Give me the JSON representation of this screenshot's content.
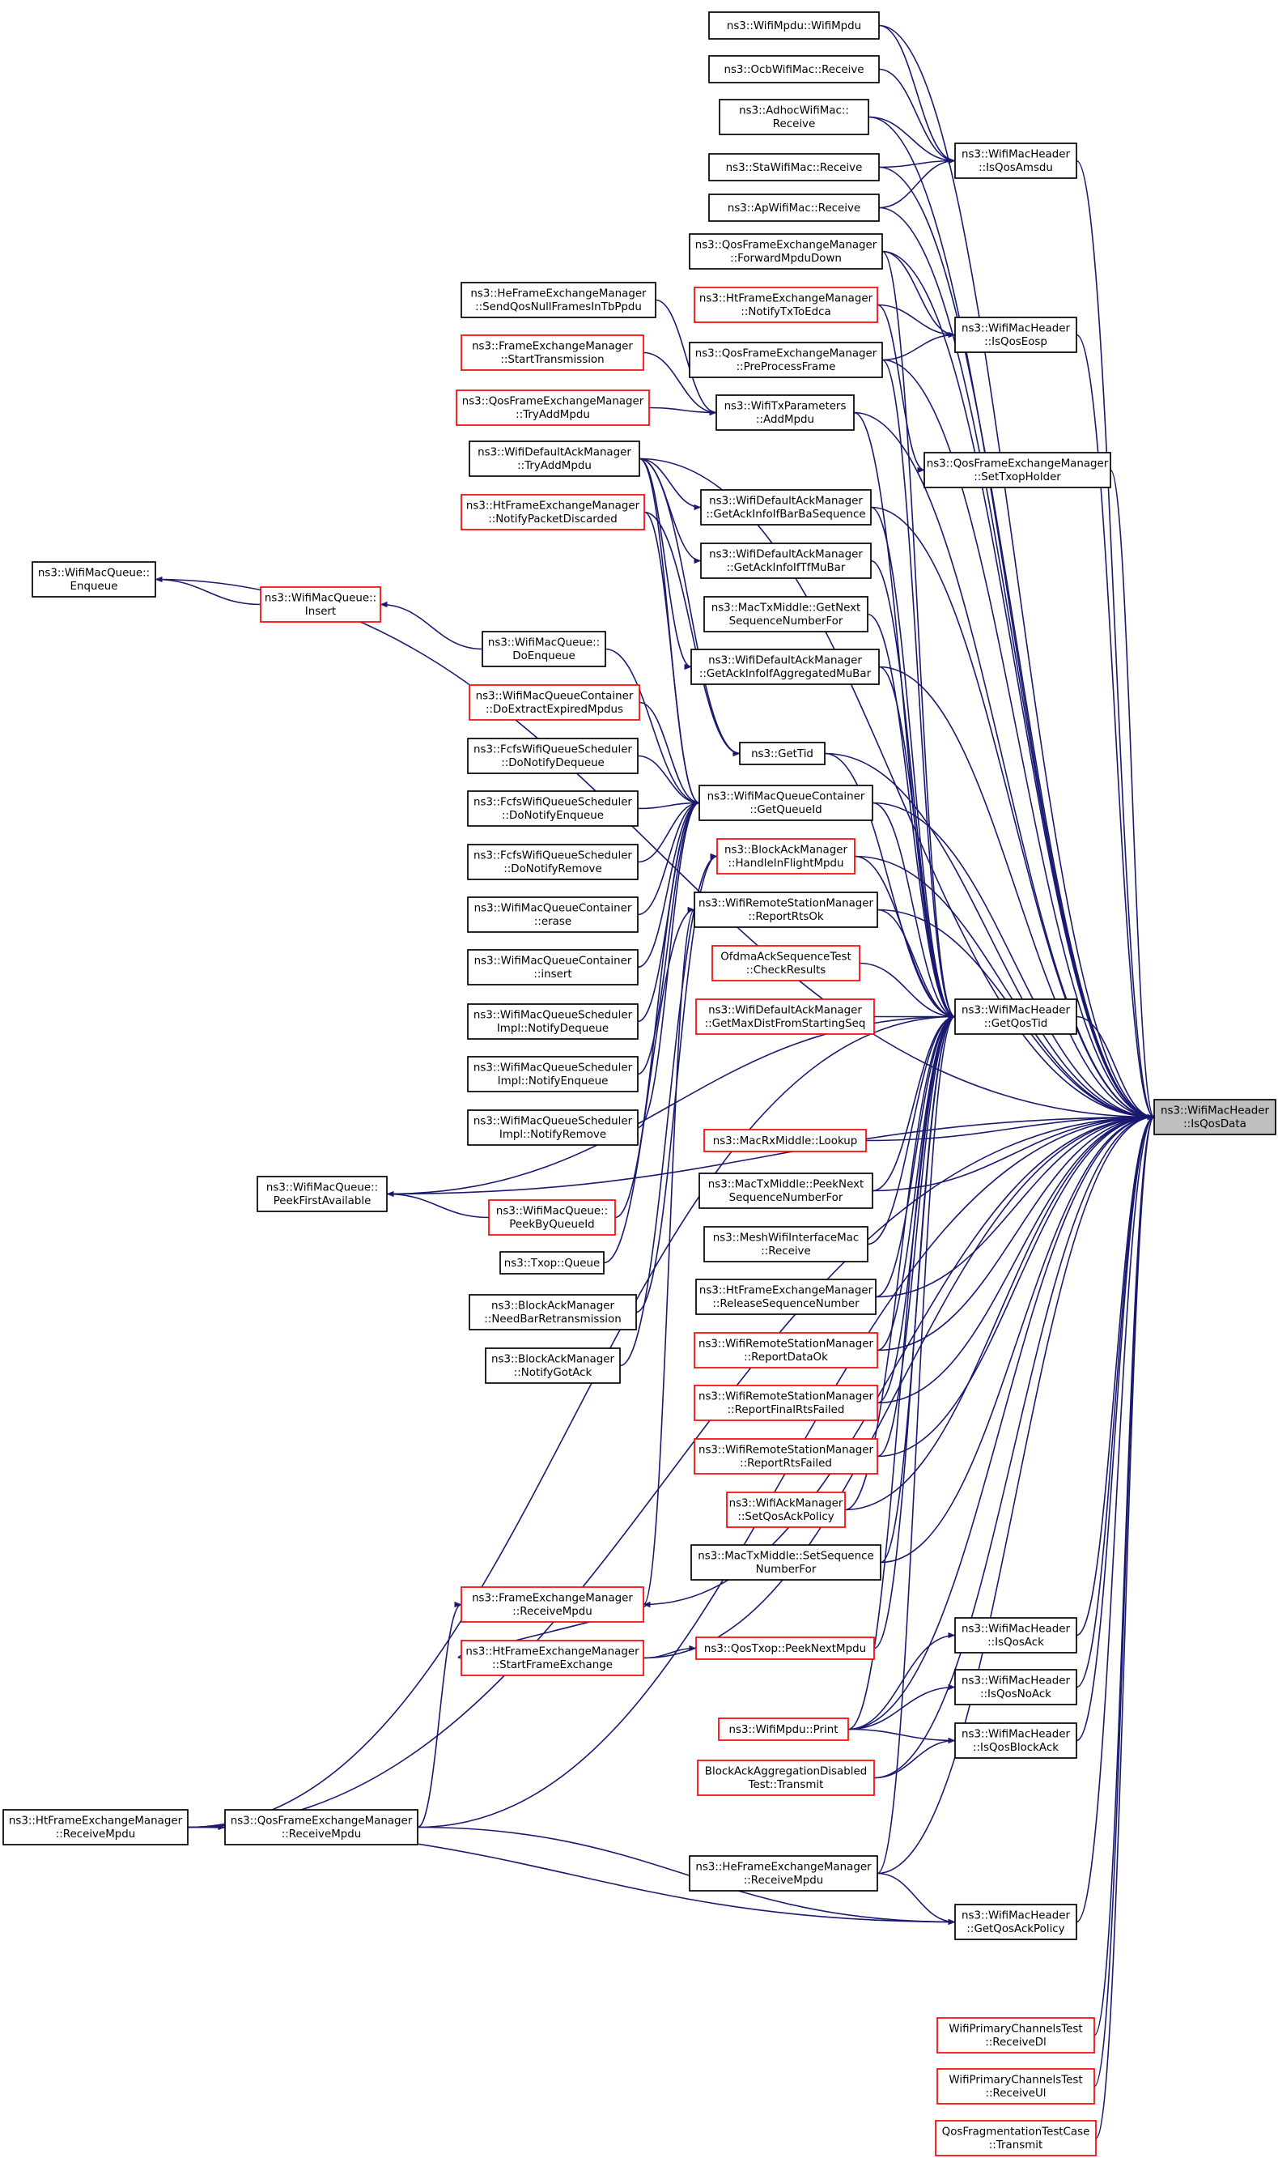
{
  "colors": {
    "edge": "#191970",
    "box_normal": "#000000",
    "box_incomplete": "#ff0000",
    "box_focus_fill": "#bfbfbf",
    "background": "#ffffff"
  },
  "nodes": [
    {
      "id": "WifiMpdu_ctor",
      "lines": [
        "ns3::WifiMpdu::WifiMpdu"
      ],
      "style": "black"
    },
    {
      "id": "OcbReceive",
      "lines": [
        "ns3::OcbWifiMac::Receive"
      ],
      "style": "black"
    },
    {
      "id": "AdhocReceive",
      "lines": [
        "ns3::AdhocWifiMac::",
        "Receive"
      ],
      "style": "black"
    },
    {
      "id": "StaReceive",
      "lines": [
        "ns3::StaWifiMac::Receive"
      ],
      "style": "black"
    },
    {
      "id": "ApReceive",
      "lines": [
        "ns3::ApWifiMac::Receive"
      ],
      "style": "black"
    },
    {
      "id": "IsQosAmsdu",
      "lines": [
        "ns3::WifiMacHeader",
        "::IsQosAmsdu"
      ],
      "style": "black"
    },
    {
      "id": "QfemForward",
      "lines": [
        "ns3::QosFrameExchangeManager",
        "::ForwardMpduDown"
      ],
      "style": "black"
    },
    {
      "id": "HfemSendQosNull",
      "lines": [
        "ns3::HeFrameExchangeManager",
        "::SendQosNullFramesInTbPpdu"
      ],
      "style": "black"
    },
    {
      "id": "HtNotifyTx",
      "lines": [
        "ns3::HtFrameExchangeManager",
        "::NotifyTxToEdca"
      ],
      "style": "red"
    },
    {
      "id": "IsQosEosp",
      "lines": [
        "ns3::WifiMacHeader",
        "::IsQosEosp"
      ],
      "style": "black"
    },
    {
      "id": "FemStartTx",
      "lines": [
        "ns3::FrameExchangeManager",
        "::StartTransmission"
      ],
      "style": "red"
    },
    {
      "id": "QfemPreProcess",
      "lines": [
        "ns3::QosFrameExchangeManager",
        "::PreProcessFrame"
      ],
      "style": "black"
    },
    {
      "id": "QfemTryAdd",
      "lines": [
        "ns3::QosFrameExchangeManager",
        "::TryAddMpdu"
      ],
      "style": "red"
    },
    {
      "id": "TxParamsAdd",
      "lines": [
        "ns3::WifiTxParameters",
        "::AddMpdu"
      ],
      "style": "black"
    },
    {
      "id": "QfemSetTxop",
      "lines": [
        "ns3::QosFrameExchangeManager",
        "::SetTxopHolder"
      ],
      "style": "black"
    },
    {
      "id": "WdamTryAdd",
      "lines": [
        "ns3::WifiDefaultAckManager",
        "::TryAddMpdu"
      ],
      "style": "black"
    },
    {
      "id": "HtNotifyPktDisc",
      "lines": [
        "ns3::HtFrameExchangeManager",
        "::NotifyPacketDiscarded"
      ],
      "style": "red"
    },
    {
      "id": "WdamBarBa",
      "lines": [
        "ns3::WifiDefaultAckManager",
        "::GetAckInfoIfBarBaSequence"
      ],
      "style": "black"
    },
    {
      "id": "QueueEnqueue",
      "lines": [
        "ns3::WifiMacQueue::",
        "Enqueue"
      ],
      "style": "black"
    },
    {
      "id": "QueueInsert",
      "lines": [
        "ns3::WifiMacQueue::",
        "Insert"
      ],
      "style": "red"
    },
    {
      "id": "WdamTfMu",
      "lines": [
        "ns3::WifiDefaultAckManager",
        "::GetAckInfoIfTfMuBar"
      ],
      "style": "black"
    },
    {
      "id": "MacTxGetNext",
      "lines": [
        "ns3::MacTxMiddle::GetNext",
        "SequenceNumberFor"
      ],
      "style": "black"
    },
    {
      "id": "QueueDoEnqueue",
      "lines": [
        "ns3::WifiMacQueue::",
        "DoEnqueue"
      ],
      "style": "black"
    },
    {
      "id": "WdamAggMu",
      "lines": [
        "ns3::WifiDefaultAckManager",
        "::GetAckInfoIfAggregatedMuBar"
      ],
      "style": "black"
    },
    {
      "id": "QcDoExtract",
      "lines": [
        "ns3::WifiMacQueueContainer",
        "::DoExtractExpiredMpdus"
      ],
      "style": "red"
    },
    {
      "id": "FcfsDeq",
      "lines": [
        "ns3::FcfsWifiQueueScheduler",
        "::DoNotifyDequeue"
      ],
      "style": "black"
    },
    {
      "id": "GetTid",
      "lines": [
        "ns3::GetTid"
      ],
      "style": "black"
    },
    {
      "id": "FcfsEnq",
      "lines": [
        "ns3::FcfsWifiQueueScheduler",
        "::DoNotifyEnqueue"
      ],
      "style": "black"
    },
    {
      "id": "QcGetQueueId",
      "lines": [
        "ns3::WifiMacQueueContainer",
        "::GetQueueId"
      ],
      "style": "black"
    },
    {
      "id": "FcfsRem",
      "lines": [
        "ns3::FcfsWifiQueueScheduler",
        "::DoNotifyRemove"
      ],
      "style": "black"
    },
    {
      "id": "BamHandleInFlight",
      "lines": [
        "ns3::BlockAckManager",
        "::HandleInFlightMpdu"
      ],
      "style": "red"
    },
    {
      "id": "QcErase",
      "lines": [
        "ns3::WifiMacQueueContainer",
        "::erase"
      ],
      "style": "black"
    },
    {
      "id": "WrsmReportRts",
      "lines": [
        "ns3::WifiRemoteStationManager",
        "::ReportRtsOk"
      ],
      "style": "black"
    },
    {
      "id": "OfdmaCheck",
      "lines": [
        "OfdmaAckSequenceTest",
        "::CheckResults"
      ],
      "style": "red"
    },
    {
      "id": "QcInsert",
      "lines": [
        "ns3::WifiMacQueueContainer",
        "::insert"
      ],
      "style": "black"
    },
    {
      "id": "WdamMaxDist",
      "lines": [
        "ns3::WifiDefaultAckManager",
        "::GetMaxDistFromStartingSeq"
      ],
      "style": "red"
    },
    {
      "id": "GetQosTid",
      "lines": [
        "ns3::WifiMacHeader",
        "::GetQosTid"
      ],
      "style": "black"
    },
    {
      "id": "QsiDeq",
      "lines": [
        "ns3::WifiMacQueueScheduler",
        "Impl::NotifyDequeue"
      ],
      "style": "black"
    },
    {
      "id": "QsiEnq",
      "lines": [
        "ns3::WifiMacQueueScheduler",
        "Impl::NotifyEnqueue"
      ],
      "style": "black"
    },
    {
      "id": "IsQosData",
      "lines": [
        "ns3::WifiMacHeader",
        "::IsQosData"
      ],
      "style": "focus"
    },
    {
      "id": "QsiRem",
      "lines": [
        "ns3::WifiMacQueueScheduler",
        "Impl::NotifyRemove"
      ],
      "style": "black"
    },
    {
      "id": "MacRxLookup",
      "lines": [
        "ns3::MacRxMiddle::Lookup"
      ],
      "style": "red"
    },
    {
      "id": "QueuePeekFirst",
      "lines": [
        "ns3::WifiMacQueue::",
        "PeekFirstAvailable"
      ],
      "style": "black"
    },
    {
      "id": "MacTxPeekNext",
      "lines": [
        "ns3::MacTxMiddle::PeekNext",
        "SequenceNumberFor"
      ],
      "style": "black"
    },
    {
      "id": "QueuePeekById",
      "lines": [
        "ns3::WifiMacQueue::",
        "PeekByQueueId"
      ],
      "style": "red"
    },
    {
      "id": "MeshReceive",
      "lines": [
        "ns3::MeshWifiInterfaceMac",
        "::Receive"
      ],
      "style": "black"
    },
    {
      "id": "TxopQueue",
      "lines": [
        "ns3::Txop::Queue"
      ],
      "style": "black"
    },
    {
      "id": "HtReleaseSeq",
      "lines": [
        "ns3::HtFrameExchangeManager",
        "::ReleaseSequenceNumber"
      ],
      "style": "black"
    },
    {
      "id": "BamNeedBar",
      "lines": [
        "ns3::BlockAckManager",
        "::NeedBarRetransmission"
      ],
      "style": "black"
    },
    {
      "id": "WrsmReportData",
      "lines": [
        "ns3::WifiRemoteStationManager",
        "::ReportDataOk"
      ],
      "style": "red"
    },
    {
      "id": "BamNotifyGotAck",
      "lines": [
        "ns3::BlockAckManager",
        "::NotifyGotAck"
      ],
      "style": "black"
    },
    {
      "id": "WrsmFinalRts",
      "lines": [
        "ns3::WifiRemoteStationManager",
        "::ReportFinalRtsFailed"
      ],
      "style": "red"
    },
    {
      "id": "WrsmRtsFailed",
      "lines": [
        "ns3::WifiRemoteStationManager",
        "::ReportRtsFailed"
      ],
      "style": "red"
    },
    {
      "id": "WamSetQosAck",
      "lines": [
        "ns3::WifiAckManager",
        "::SetQosAckPolicy"
      ],
      "style": "red"
    },
    {
      "id": "MacTxSetSeq",
      "lines": [
        "ns3::MacTxMiddle::SetSequence",
        "NumberFor"
      ],
      "style": "black"
    },
    {
      "id": "FemReceiveMpdu",
      "lines": [
        "ns3::FrameExchangeManager",
        "::ReceiveMpdu"
      ],
      "style": "red"
    },
    {
      "id": "IsQosAck",
      "lines": [
        "ns3::WifiMacHeader",
        "::IsQosAck"
      ],
      "style": "black"
    },
    {
      "id": "HtStartFE",
      "lines": [
        "ns3::HtFrameExchangeManager",
        "::StartFrameExchange"
      ],
      "style": "red"
    },
    {
      "id": "QosTxopPeek",
      "lines": [
        "ns3::QosTxop::PeekNextMpdu"
      ],
      "style": "red"
    },
    {
      "id": "IsQosNoAck",
      "lines": [
        "ns3::WifiMacHeader",
        "::IsQosNoAck"
      ],
      "style": "black"
    },
    {
      "id": "WifiMpduPrint",
      "lines": [
        "ns3::WifiMpdu::Print"
      ],
      "style": "red"
    },
    {
      "id": "IsQosBlockAck",
      "lines": [
        "ns3::WifiMacHeader",
        "::IsQosBlockAck"
      ],
      "style": "black"
    },
    {
      "id": "BaAggTest",
      "lines": [
        "BlockAckAggregationDisabled",
        "Test::Transmit"
      ],
      "style": "red"
    },
    {
      "id": "HtReceiveMpdu",
      "lines": [
        "ns3::HtFrameExchangeManager",
        "::ReceiveMpdu"
      ],
      "style": "black"
    },
    {
      "id": "QfemReceiveMpdu",
      "lines": [
        "ns3::QosFrameExchangeManager",
        "::ReceiveMpdu"
      ],
      "style": "black"
    },
    {
      "id": "HeReceiveMpdu",
      "lines": [
        "ns3::HeFrameExchangeManager",
        "::ReceiveMpdu"
      ],
      "style": "black"
    },
    {
      "id": "GetQosAckPolicy",
      "lines": [
        "ns3::WifiMacHeader",
        "::GetQosAckPolicy"
      ],
      "style": "black"
    },
    {
      "id": "WpctReceiveDl",
      "lines": [
        "WifiPrimaryChannelsTest",
        "::ReceiveDl"
      ],
      "style": "red"
    },
    {
      "id": "WpctReceiveUl",
      "lines": [
        "WifiPrimaryChannelsTest",
        "::ReceiveUl"
      ],
      "style": "red"
    },
    {
      "id": "QfTransmit",
      "lines": [
        "QosFragmentationTestCase",
        "::Transmit"
      ],
      "style": "red"
    }
  ]
}
